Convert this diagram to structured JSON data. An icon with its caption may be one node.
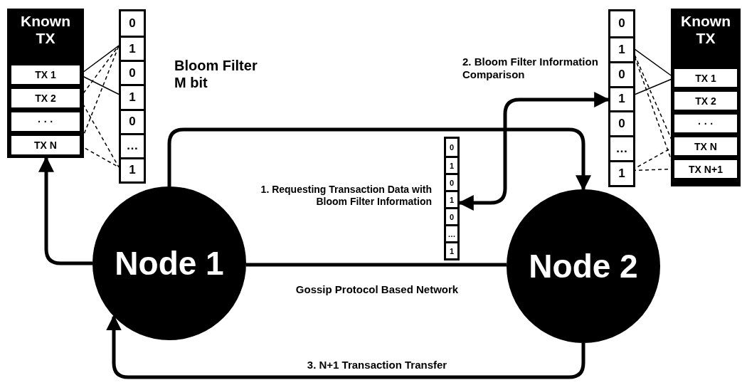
{
  "diagram": {
    "nodes": [
      {
        "text": [
          "Known TX"
        ]
      },
      {
        "text": [
          "TX 1"
        ],
        "in": 0
      },
      {
        "text": [
          "TX 2"
        ],
        "in": 0
      },
      {
        "text": [
          "· · ·"
        ],
        "in": 0
      },
      {
        "text": [
          "TX N"
        ],
        "in": 0
      },
      {
        "text": [],
        "shape": "box"
      },
      {
        "text": [
          "0"
        ],
        "in": 5
      },
      {
        "text": [
          "1"
        ],
        "in": 5
      },
      {
        "text": [
          "0"
        ],
        "in": 5
      },
      {
        "text": [
          "1"
        ],
        "in": 5
      },
      {
        "text": [
          "0"
        ],
        "in": 5
      },
      {
        "text": [
          "…"
        ],
        "in": 5
      },
      {
        "text": [
          "1"
        ],
        "in": 5
      },
      {
        "text": [],
        "shape": "box"
      },
      {
        "text": [
          "0"
        ],
        "in": 13
      },
      {
        "text": [
          "1"
        ],
        "in": 13
      },
      {
        "text": [
          "0"
        ],
        "in": 13
      },
      {
        "text": [
          "1"
        ],
        "in": 13
      },
      {
        "text": [
          "0"
        ],
        "in": 13
      },
      {
        "text": [
          "…"
        ],
        "in": 13
      },
      {
        "text": [
          "1"
        ],
        "in": 13
      },
      {
        "text": [],
        "shape": "box"
      },
      {
        "text": [
          "0"
        ],
        "in": 21
      },
      {
        "text": [
          "1"
        ],
        "in": 21
      },
      {
        "text": [
          "0"
        ],
        "in": 21
      },
      {
        "text": [
          "1"
        ],
        "in": 21
      },
      {
        "text": [
          "0"
        ],
        "in": 21
      },
      {
        "text": [
          "…"
        ],
        "in": 21
      },
      {
        "text": [
          "1"
        ],
        "in": 21
      },
      {
        "text": [
          "Known TX"
        ]
      },
      {
        "text": [
          "TX 1"
        ],
        "in": 29
      },
      {
        "text": [
          "TX 2"
        ],
        "in": 29
      },
      {
        "text": [
          "· · ·"
        ],
        "in": 29
      },
      {
        "text": [
          "TX N"
        ],
        "in": 29
      },
      {
        "text": [
          "TX N+1"
        ],
        "in": 29
      },
      {
        "text": [
          "Node 1"
        ]
      },
      {
        "text": [
          "Node 2"
        ]
      }
    ],
    "edges": [
      {
        "from": 1,
        "to": 7,
        "arrow": "none"
      },
      {
        "from": 1,
        "to": 9,
        "arrow": "none"
      },
      {
        "from": 2,
        "to": 7,
        "arrow": "none",
        "style": "dashed"
      },
      {
        "from": 2,
        "to": 12,
        "arrow": "none",
        "style": "dashed"
      },
      {
        "from": 4,
        "to": 7,
        "arrow": "none",
        "style": "dashed"
      },
      {
        "from": 4,
        "to": 12,
        "arrow": "none",
        "style": "dashed"
      },
      {
        "from": 30,
        "to": 23,
        "arrow": "none"
      },
      {
        "from": 30,
        "to": 25,
        "arrow": "none"
      },
      {
        "from": 33,
        "to": 23,
        "arrow": "none",
        "style": "dashed"
      },
      {
        "from": 34,
        "to": 23,
        "arrow": "none",
        "style": "dashed"
      },
      {
        "from": 33,
        "to": 28,
        "arrow": "none",
        "style": "dashed"
      },
      {
        "from": 34,
        "to": 28,
        "arrow": "none",
        "style": "dashed"
      },
      {
        "from": 35,
        "to": 36,
        "arrow": "to",
        "style": "thick"
      },
      {
        "from": 35,
        "to": 36,
        "arrow": "none",
        "label": "Gossip Protocol Based Network",
        "style": "thick"
      },
      {
        "from": 36,
        "to": 35,
        "arrow": "to",
        "label": "3. N+1 Transaction Transfer",
        "style": "thick"
      },
      {
        "from": 35,
        "to": 0,
        "arrow": "to",
        "style": "thick"
      },
      {
        "from": 13,
        "to": 21,
        "arrow": "both",
        "style": "thick"
      }
    ],
    "labels": [
      "Bloom Filter M bit",
      "2. Bloom Filter Information Comparison",
      "1. Requesting Transaction Data with Bloom Filter Information"
    ]
  }
}
